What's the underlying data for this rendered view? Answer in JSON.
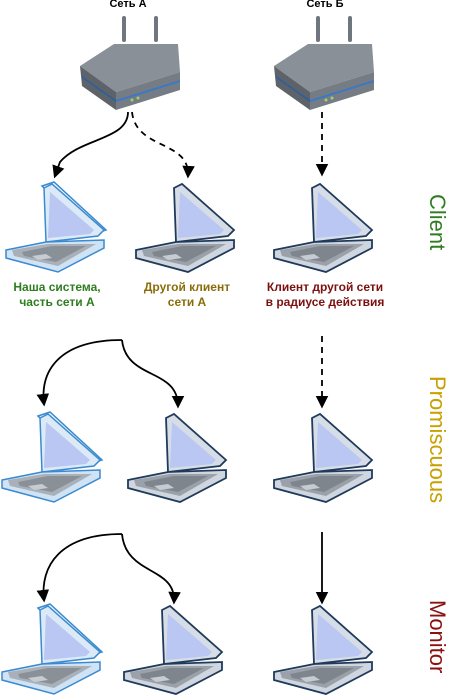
{
  "networks": {
    "a": {
      "title": "Сеть А"
    },
    "b": {
      "title": "Сеть Б"
    }
  },
  "client_labels": {
    "ours": {
      "line1": "Наша  система,",
      "line2": "часть сети А",
      "color": "#2e7d1f"
    },
    "other_a": {
      "line1": "Другой клиент",
      "line2": "сети А",
      "color": "#8a6d0a"
    },
    "other_b": {
      "line1": "Клиент другой сети",
      "line2": "в радиусе действия",
      "color": "#7a1010"
    }
  },
  "modes": {
    "client": {
      "label": "Client",
      "color": "#2e7d1f"
    },
    "promiscuous": {
      "label": "Promiscuous",
      "color": "#c8a000"
    },
    "monitor": {
      "label": "Monitor",
      "color": "#8b1010"
    }
  },
  "colors": {
    "laptop_light_body": "#cfe3f5",
    "laptop_light_edge": "#3a8ad0",
    "laptop_dark_body": "#cfd6df",
    "laptop_dark_edge": "#1f3a5a",
    "screen": "#b9c7f2",
    "router_body": "#8f959c",
    "router_top": "#6e747b"
  }
}
